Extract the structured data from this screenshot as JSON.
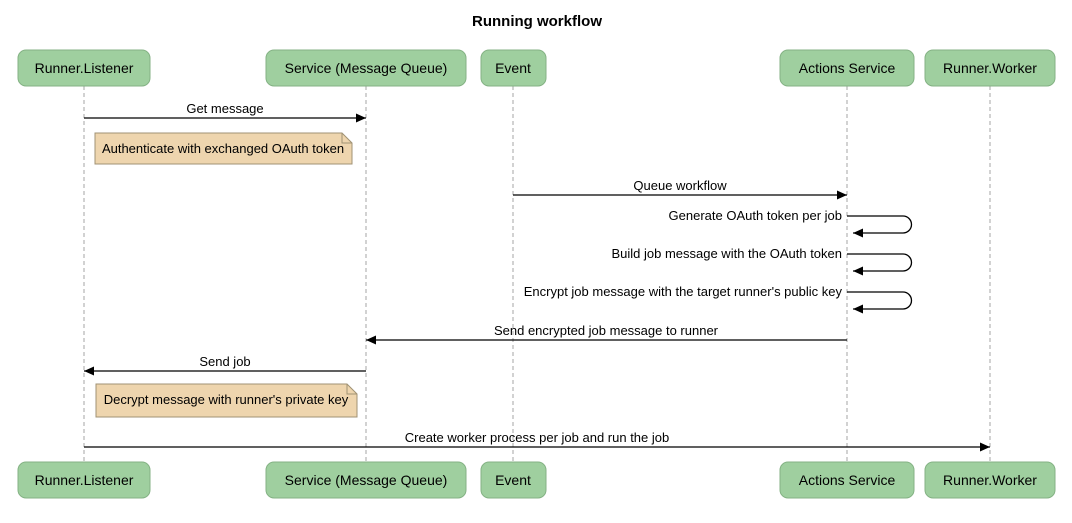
{
  "title": "Running workflow",
  "diagram_type": "sequence",
  "actors": [
    {
      "label": "Runner.Listener"
    },
    {
      "label": "Service (Message Queue)"
    },
    {
      "label": "Event"
    },
    {
      "label": "Actions Service"
    },
    {
      "label": "Runner.Worker"
    }
  ],
  "messages": [
    {
      "kind": "arrow",
      "from": "Runner.Listener",
      "to": "Service (Message Queue)",
      "label": "Get message"
    },
    {
      "kind": "note",
      "over": "Runner.Listener",
      "label": "Authenticate with exchanged OAuth token"
    },
    {
      "kind": "arrow",
      "from": "Event",
      "to": "Actions Service",
      "label": "Queue workflow"
    },
    {
      "kind": "self",
      "actor": "Actions Service",
      "label": "Generate OAuth token per job"
    },
    {
      "kind": "self",
      "actor": "Actions Service",
      "label": "Build job message with the OAuth token"
    },
    {
      "kind": "self",
      "actor": "Actions Service",
      "label": "Encrypt job message with the target runner's public key"
    },
    {
      "kind": "arrow",
      "from": "Actions Service",
      "to": "Service (Message Queue)",
      "label": "Send encrypted job message to runner"
    },
    {
      "kind": "arrow",
      "from": "Service (Message Queue)",
      "to": "Runner.Listener",
      "label": "Send job"
    },
    {
      "kind": "note",
      "over": "Runner.Listener",
      "label": "Decrypt message with runner's private key"
    },
    {
      "kind": "arrow",
      "from": "Runner.Listener",
      "to": "Runner.Worker",
      "label": "Create worker process per job and run the job"
    }
  ],
  "colors": {
    "actor_fill": "#9fcf9f",
    "actor_border": "#84b284",
    "note_fill": "#eed5ae",
    "note_border": "#a09274",
    "lifeline": "#a6a6a6",
    "arrow": "#000000",
    "background": "#ffffff"
  }
}
